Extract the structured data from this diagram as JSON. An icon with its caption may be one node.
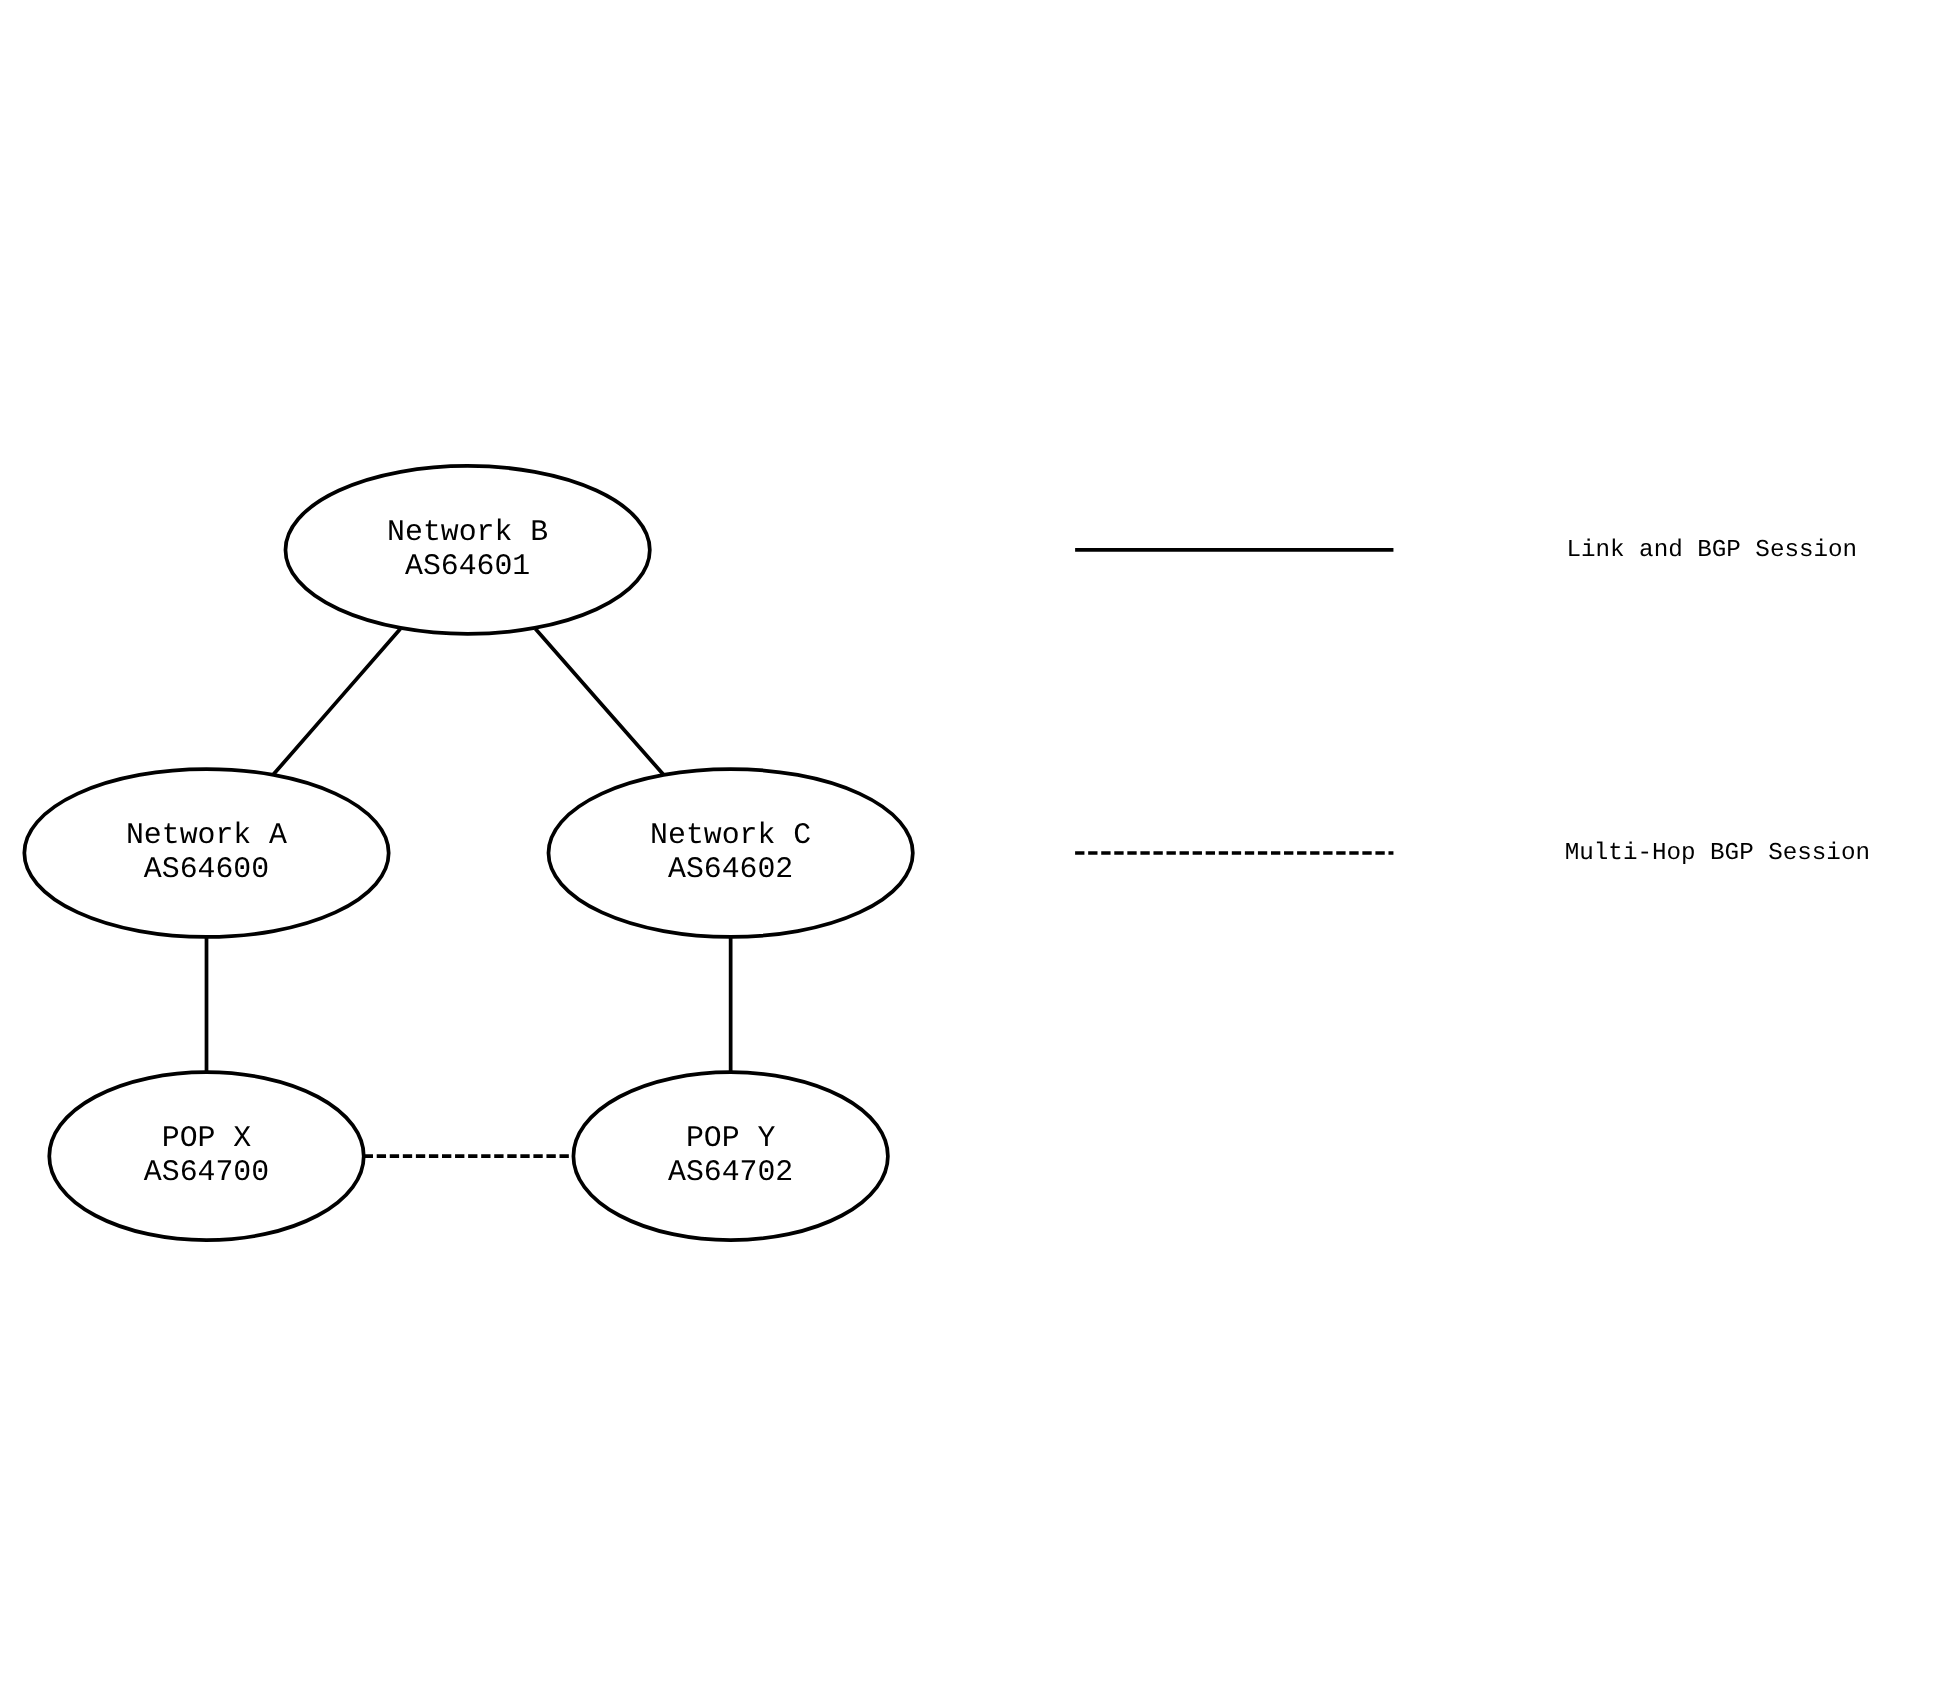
{
  "diagram": {
    "nodes": [
      {
        "text": [
          "Network B",
          "AS64601"
        ]
      },
      {
        "text": [
          "Network A",
          "AS64600"
        ]
      },
      {
        "text": [
          "Network C",
          "AS64602"
        ]
      },
      {
        "text": [
          "POP X",
          "AS64700"
        ]
      },
      {
        "text": [
          "POP Y",
          "AS64702"
        ]
      }
    ],
    "edges": [
      {
        "from": 0,
        "to": 1,
        "arrow": "none"
      },
      {
        "from": 0,
        "to": 2,
        "arrow": "none"
      },
      {
        "from": 1,
        "to": 3,
        "arrow": "none"
      },
      {
        "from": 2,
        "to": 4,
        "arrow": "none"
      },
      {
        "from": 3,
        "to": 4,
        "arrow": "none",
        "style": "dashed"
      }
    ],
    "legend": [
      {
        "text": "Link and BGP Session"
      },
      {
        "text": "Multi-Hop BGP Session"
      }
    ]
  }
}
